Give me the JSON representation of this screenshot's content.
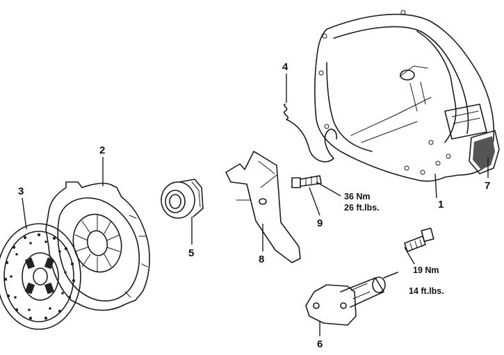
{
  "callouts": {
    "c1": "1",
    "c2": "2",
    "c3": "3",
    "c4": "4",
    "c5": "5",
    "c6": "6",
    "c7": "7",
    "c8": "8",
    "c9": "9"
  },
  "torque_specs": {
    "bolt_9": {
      "nm": "36 Nm",
      "ftlbs": "26 ft.lbs."
    },
    "bolt_6": {
      "nm": "19 Nm",
      "ftlbs": "14 ft.lbs."
    }
  }
}
